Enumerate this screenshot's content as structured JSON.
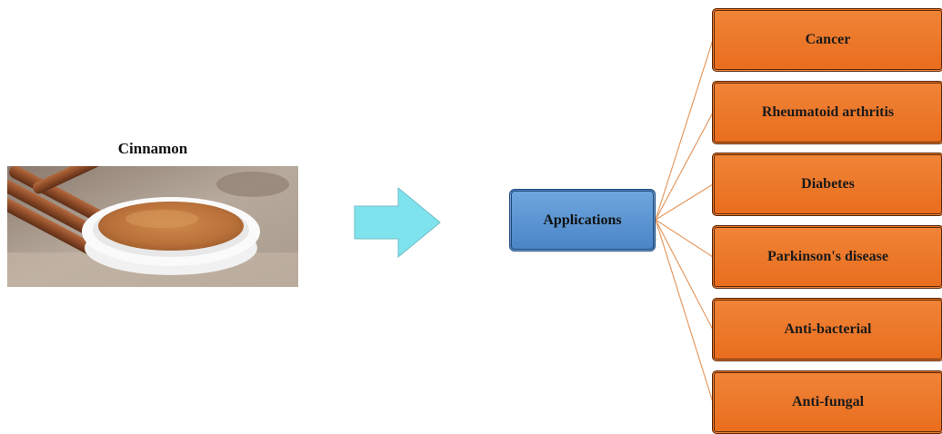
{
  "photo": {
    "title": "Cinnamon"
  },
  "hub": {
    "label": "Applications"
  },
  "applications": [
    {
      "label": "Cancer"
    },
    {
      "label": "Rheumatoid arthritis"
    },
    {
      "label": "Diabetes"
    },
    {
      "label": "Parkinson's disease"
    },
    {
      "label": "Anti-bacterial"
    },
    {
      "label": "Anti-fungal"
    }
  ],
  "colors": {
    "hub": "#4f89c9",
    "box": "#ec7427",
    "arrow": "#7fe3ee",
    "connector": "#e59a62"
  }
}
